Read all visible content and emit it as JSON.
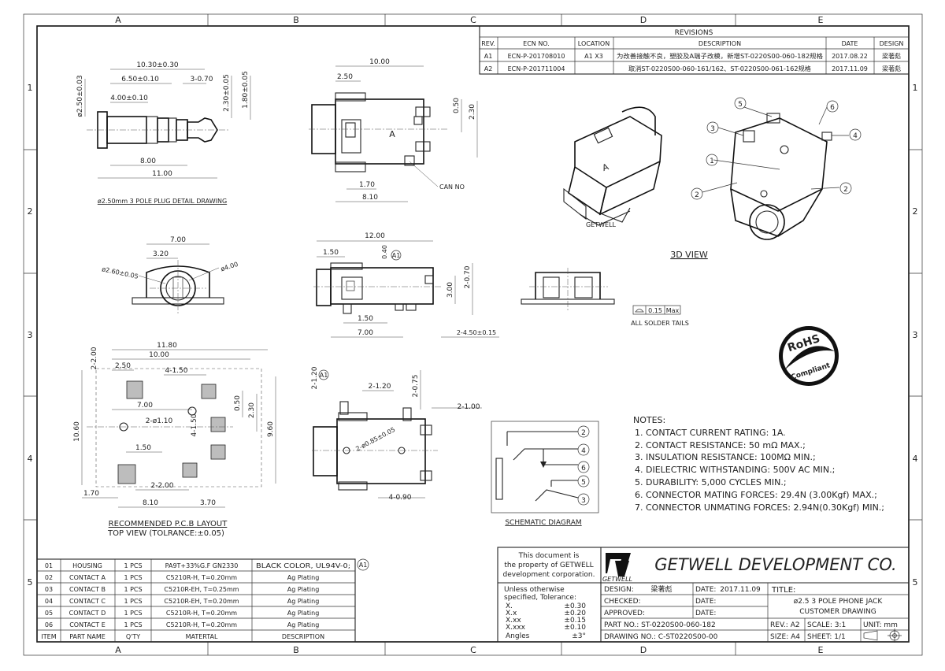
{
  "grid": {
    "cols": [
      "A",
      "B",
      "C",
      "D",
      "E"
    ],
    "rows": [
      "1",
      "2",
      "3",
      "4",
      "5"
    ]
  },
  "revisions": {
    "title": "REVISIONS",
    "headers": [
      "REV.",
      "ECN NO.",
      "LOCATION",
      "DESCRIPTION",
      "DATE",
      "DESIGN"
    ],
    "rows": [
      [
        "A1",
        "ECN-P-201708010",
        "A1 X3",
        "为改善接触不良，塑胶及A端子改模，新增ST-0220S00-060-182规格",
        "2017.08.22",
        "梁著彪"
      ],
      [
        "A2",
        "ECN-P-201711004",
        "",
        "取消ST-0220S00-060-161/162、ST-0220S00-061-162规格",
        "2017.11.09",
        "梁著彪"
      ]
    ]
  },
  "views": {
    "plug": {
      "caption": "ø2.50mm 3 POLE PLUG DETAIL DRAWING",
      "dims": [
        "10.30±0.30",
        "6.50±0.10",
        "3-0.70",
        "4.00±0.10",
        "ø2.50±0.03",
        "2.30±0.05",
        "1.80±0.05",
        "8.00",
        "11.00"
      ]
    },
    "side": {
      "dims": [
        "10.00",
        "2.50",
        "0.50",
        "2.30",
        "1.70",
        "8.10"
      ],
      "mark": "A",
      "can": "CAN NO"
    },
    "front": {
      "dims": [
        "7.00",
        "3.20",
        "ø2.60±0.05",
        "ø4.00"
      ]
    },
    "bottom": {
      "dims": [
        "12.00",
        "1.50",
        "0.40",
        "A1",
        "2-0.70",
        "3.00",
        "1.50",
        "7.00",
        "2-4.50±0.15"
      ]
    },
    "pcb": {
      "caption1": "RECOMMENDED P.C.B LAYOUT",
      "caption2": "TOP VIEW (TOLRANCE:±0.05)",
      "dims": [
        "2-2.00",
        "11.80",
        "10.00",
        "2.50",
        "4-1.50",
        "7.00",
        "2-ø1.10",
        "4-1.50",
        "0.50",
        "2.30",
        "10.60",
        "9.60",
        "1.50",
        "2-2.00",
        "1.70",
        "8.10",
        "3.70"
      ]
    },
    "lower": {
      "dims": [
        "2-1.20",
        "A1",
        "2-1.20",
        "2-0.75",
        "2-1.00",
        "2-ø0.85±0.05",
        "4-0.90"
      ]
    },
    "iso": {
      "caption": "3D VIEW",
      "mark": "A",
      "labels": [
        "1",
        "2",
        "2",
        "3",
        "4",
        "5",
        "6"
      ]
    },
    "tails": {
      "flat": "0.15",
      "max": "Max",
      "caption": "ALL SOLDER TAILS"
    },
    "schematic": {
      "caption": "SCHEMATIC DIAGRAM",
      "pins": [
        "2",
        "4",
        "6",
        "5",
        "3"
      ]
    }
  },
  "rohs": {
    "top": "RoHS",
    "bottom": "Compliant"
  },
  "notes": {
    "title": "NOTES:",
    "items": [
      "1. CONTACT CURRENT RATING: 1A.",
      "2. CONTACT RESISTANCE: 50 mΩ MAX.;",
      "3. INSULATION RESISTANCE: 100MΩ MIN.;",
      "4. DIELECTRIC WITHSTANDING: 500V AC MIN.;",
      "5. DURABILITY: 5,000 CYCLES MIN.;",
      "6. CONNECTOR MATING FORCES: 29.4N (3.00Kgf) MAX.;",
      "7. CONNECTOR UNMATING FORCES: 2.94N(0.30Kgf) MIN.;"
    ]
  },
  "bom": {
    "headers": [
      "ITEM",
      "PART NAME",
      "Q'TY",
      "MATERTAL",
      "DESCRIPTION"
    ],
    "rows": [
      [
        "06",
        "CONTACT E",
        "1 PCS",
        "C5210R-H, T=0.20mm",
        "Ag Plating"
      ],
      [
        "05",
        "CONTACT D",
        "1 PCS",
        "C5210R-H, T=0.20mm",
        "Ag Plating"
      ],
      [
        "04",
        "CONTACT C",
        "1 PCS",
        "C5210R-EH, T=0.20mm",
        "Ag Plating"
      ],
      [
        "03",
        "CONTACT B",
        "1 PCS",
        "C5210R-EH, T=0.25mm",
        "Ag Plating"
      ],
      [
        "02",
        "CONTACT A",
        "1 PCS",
        "C5210R-H, T=0.20mm",
        "Ag Plating"
      ],
      [
        "01",
        "HOUSING",
        "1 PCS",
        "PA9T+33%G.F GN2330",
        "BLACK COLOR, UL94V-0;"
      ]
    ],
    "rev_mark": "A1"
  },
  "title_block": {
    "property": [
      "This document is",
      "the property of GETWELL",
      "development corporation."
    ],
    "company": "GETWELL DEVELOPMENT CO.",
    "logo_text": "GETWELL",
    "tolerance": {
      "intro": [
        "Unless otherwise",
        "specified, Tolerance:"
      ],
      "rows": [
        [
          "X.",
          "±0.30"
        ],
        [
          "X.x",
          "±0.20"
        ],
        [
          "X.xx",
          "±0.15"
        ],
        [
          "X.xxx",
          "±0.10"
        ],
        [
          "Angles",
          "±3°"
        ]
      ]
    },
    "design_label": "DESIGN:",
    "design_value": "梁著彪",
    "date_label": "DATE:",
    "date_value": "2017.11.09",
    "checked_label": "CHECKED:",
    "approved_label": "APPROVED:",
    "part_label": "PART NO.: ST-0220S00-060-182",
    "drawing_label": "DRAWING NO.: C-ST0220S00-00",
    "title_label": "TITLE:",
    "title_lines": [
      "ø2.5 3 POLE PHONE JACK",
      "CUSTOMER DRAWING"
    ],
    "rev_label": "REV.: A2",
    "scale_label": "SCALE: 3:1",
    "unit_label": "UNIT: mm",
    "size_label": "SIZE: A4",
    "sheet_label": "SHEET: 1/1"
  }
}
